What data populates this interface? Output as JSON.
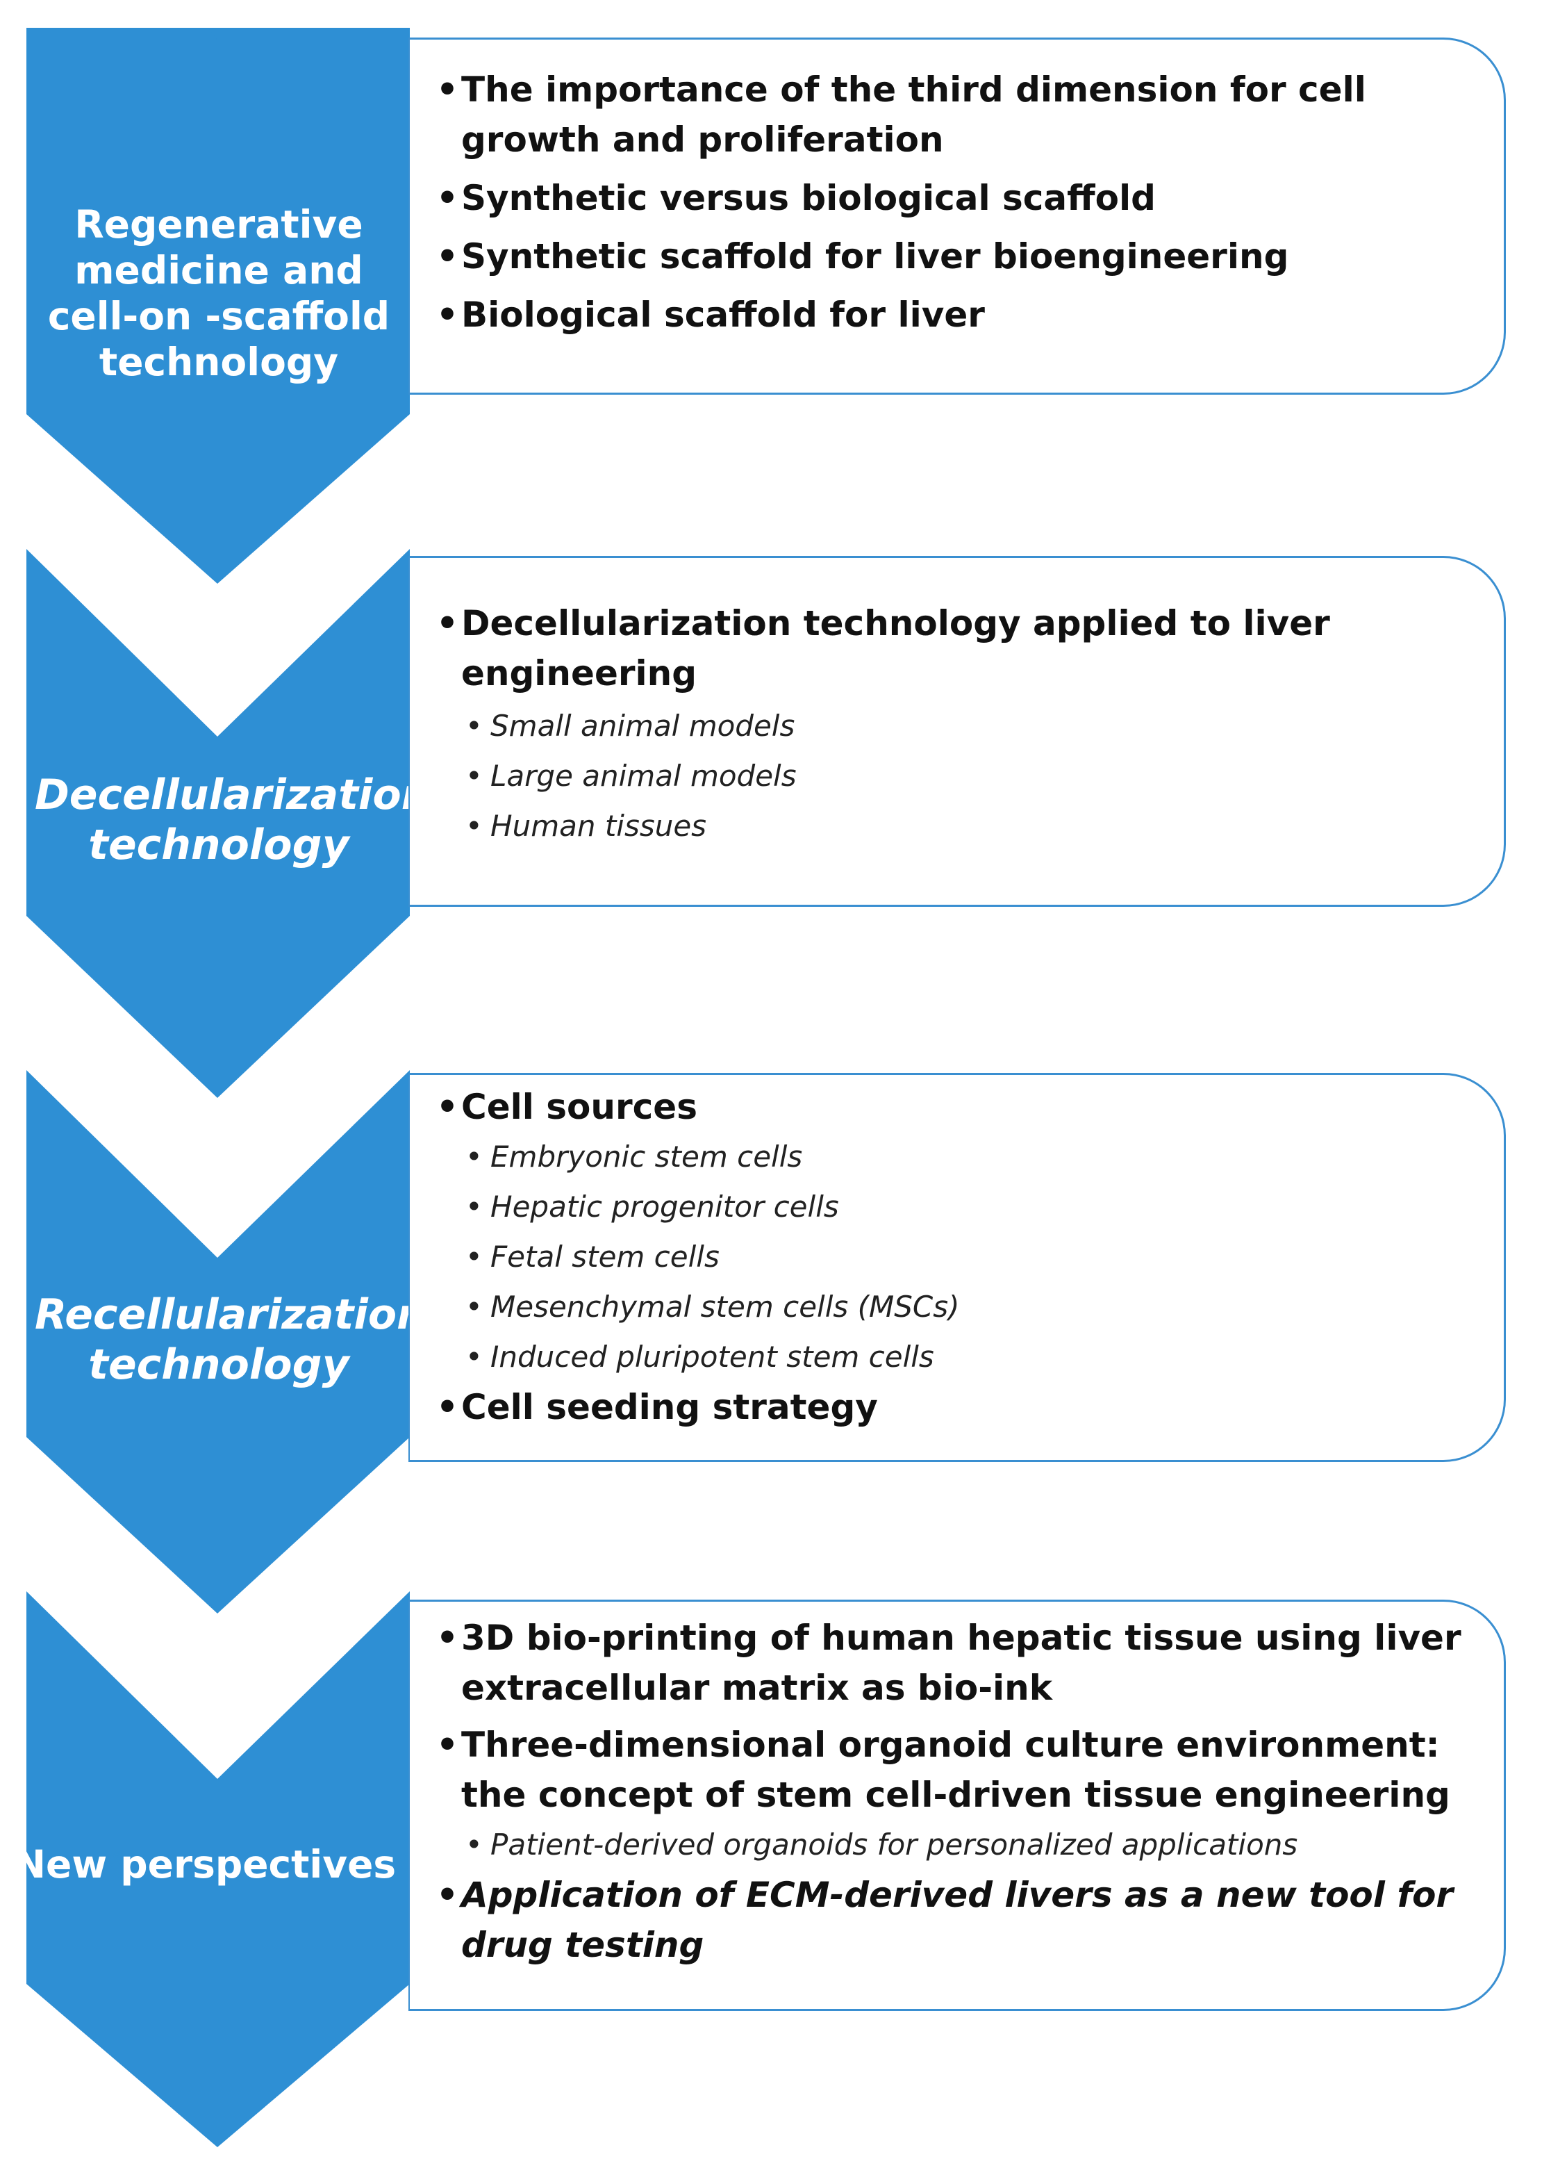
{
  "colors": {
    "chevron": "#2e8fd4",
    "box_border": "#3a8fd1"
  },
  "stages": [
    {
      "label": "Regenerative medicine and cell-on -scaffold technology",
      "items": [
        {
          "text": "The importance of the third dimension for cell growth and proliferation"
        },
        {
          "text": "Synthetic versus biological scaffold"
        },
        {
          "text": "Synthetic scaffold for liver bioengineering"
        },
        {
          "text": "Biological scaffold for liver"
        }
      ]
    },
    {
      "label": "Decellularization technology",
      "items": [
        {
          "text": "Decellularization technology applied to liver engineering"
        },
        {
          "text": "Small animal models",
          "sub": true
        },
        {
          "text": "Large animal models",
          "sub": true
        },
        {
          "text": "Human tissues",
          "sub": true
        }
      ]
    },
    {
      "label": "Recellularization technology",
      "items": [
        {
          "text": "Cell sources"
        },
        {
          "text": "Embryonic stem cells",
          "sub": true
        },
        {
          "text": "Hepatic progenitor  cells",
          "sub": true
        },
        {
          "text": "Fetal stem cells",
          "sub": true
        },
        {
          "text": "Mesenchymal stem cells (MSCs)",
          "sub": true
        },
        {
          "text": "Induced pluripotent stem cells",
          "sub": true
        },
        {
          "text": "Cell seeding strategy"
        }
      ]
    },
    {
      "label": "New perspectives",
      "items": [
        {
          "text": "3D bio-printing of human  hepatic tissue using liver extracellular matrix as bio-ink"
        },
        {
          "text": "Three-dimensional organoid culture environment: the concept of stem cell-driven tissue engineering"
        },
        {
          "text": "Patient-derived organoids for personalized applications",
          "sub": true
        },
        {
          "text": "Application of ECM-derived livers as a new tool for drug testing",
          "italic": true
        }
      ]
    }
  ]
}
